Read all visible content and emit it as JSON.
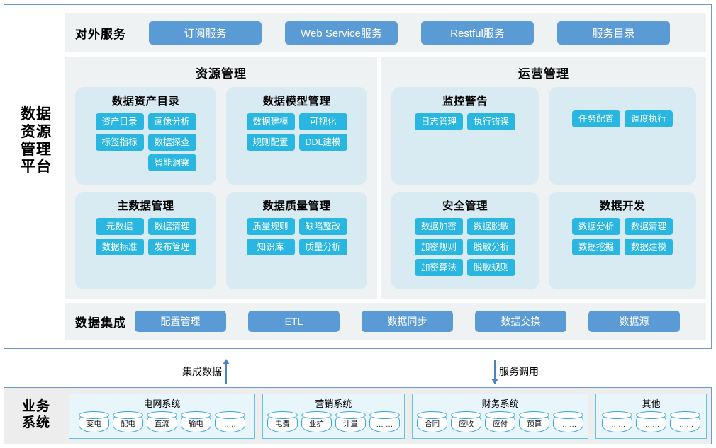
{
  "platform": {
    "title_lines": [
      "数据",
      "资源",
      "管理",
      "平台"
    ],
    "external_services": {
      "label": "对外服务",
      "buttons": [
        "订阅服务",
        "Web Service服务",
        "Restful服务",
        "服务目录"
      ]
    },
    "data_integration": {
      "label": "数据集成",
      "buttons": [
        "配置管理",
        "ETL",
        "数据同步",
        "数据交换",
        "数据源"
      ]
    },
    "panels": [
      {
        "title": "资源管理",
        "cards": [
          {
            "title": "数据资产目录",
            "items": [
              "资产目录",
              "画像分析",
              "标签指标",
              "数据探查",
              "智能洞察"
            ]
          },
          {
            "title": "数据模型管理",
            "items": [
              "数据建模",
              "可视化",
              "规则配置",
              "DDL建模"
            ]
          },
          {
            "title": "主数据管理",
            "items": [
              "元数据",
              "数据清理",
              "数据标准",
              "发布管理"
            ]
          },
          {
            "title": "数据质量管理",
            "items": [
              "质量规则",
              "缺陷整改",
              "知识库",
              "质量分析"
            ]
          }
        ]
      },
      {
        "title": "运营管理",
        "cards": [
          {
            "title": "监控警告",
            "items": [
              "日志管理",
              "执行错误"
            ]
          },
          {
            "title": "",
            "items": [
              "任务配置",
              "调度执行"
            ]
          },
          {
            "title": "安全管理",
            "items": [
              "数据加密",
              "数据脱敏",
              "加密规则",
              "脱敏分析",
              "加密算法",
              "脱敏规则"
            ]
          },
          {
            "title": "数据开发",
            "items": [
              "数据分析",
              "数据清理",
              "数据挖掘",
              "数据建模"
            ]
          }
        ]
      }
    ]
  },
  "flows": {
    "up": "集成数据",
    "down": "服务调用"
  },
  "business": {
    "title_lines": [
      "业务",
      "系统"
    ],
    "groups": [
      {
        "title": "电网系统",
        "nodes": [
          "变电",
          "配电",
          "直流",
          "输电",
          "… …"
        ]
      },
      {
        "title": "营销系统",
        "nodes": [
          "电费",
          "业扩",
          "计量",
          "… …"
        ]
      },
      {
        "title": "财务系统",
        "nodes": [
          "合同",
          "应收",
          "应付",
          "预算",
          "… …"
        ]
      },
      {
        "title": "其他",
        "nodes": [
          "… …",
          "… …",
          "… …"
        ]
      }
    ]
  },
  "colors": {
    "frame_border": "#6b9bd2",
    "band_bg": "#eff2f3",
    "card_bg": "#d8eaf2",
    "pill": "#29b6e0",
    "service_button": "#5b9bd5",
    "arrow": "#4f81bd",
    "db_border": "#3aa8d8",
    "biz_group_bg": "#e8f5fb"
  }
}
